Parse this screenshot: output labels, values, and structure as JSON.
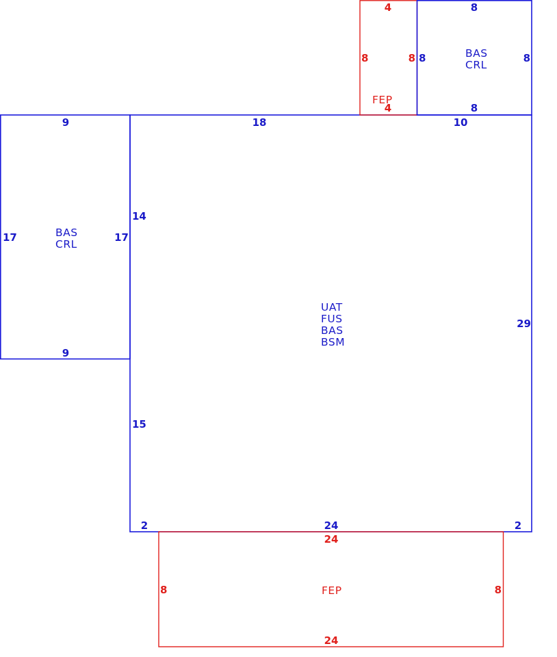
{
  "colors": {
    "main": "#1a1ac8",
    "secondary": "#e0201c"
  },
  "main_area": {
    "top": "18",
    "top_right": "10",
    "left_upper": "14",
    "left_lower": "15",
    "right": "29",
    "bottom": "24",
    "bottom_left_stub": "2",
    "bottom_right_stub": "2",
    "codes": [
      "UAT",
      "FUS",
      "BAS",
      "BSM"
    ]
  },
  "left_wing": {
    "top": "9",
    "bottom": "9",
    "left": "17",
    "right": "17",
    "codes": [
      "BAS",
      "CRL"
    ]
  },
  "top_right_wing": {
    "top": "8",
    "bottom": "8",
    "left": "8",
    "right": "8",
    "codes": [
      "BAS",
      "CRL"
    ]
  },
  "top_porch": {
    "top": "4",
    "bottom": "4",
    "left": "8",
    "right": "8",
    "code": "FEP"
  },
  "bottom_porch": {
    "top": "24",
    "bottom": "24",
    "left": "8",
    "right": "8",
    "code": "FEP"
  }
}
